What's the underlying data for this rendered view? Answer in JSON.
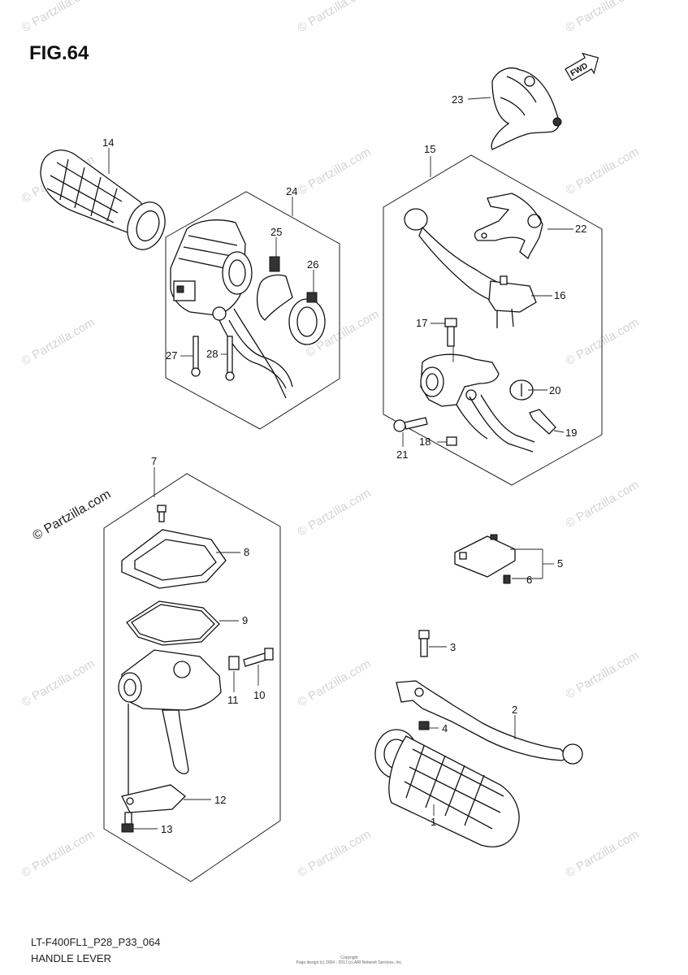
{
  "figure_label": "FIG.64",
  "footer": {
    "model_code": "LT-F400FL1_P28_P33_064",
    "section_title": "HANDLE LEVER",
    "copyright_line1": "Copyright",
    "copyright_line2": "Page design (c) 2004 - 2017 (c) ARI Network Services, Inc."
  },
  "direction_badge": "FWD",
  "watermark": {
    "text": "© Partzilla.com",
    "large_text": "© Partzilla.com"
  },
  "callouts": {
    "c1": "1",
    "c2": "2",
    "c3": "3",
    "c4": "4",
    "c5": "5",
    "c6": "6",
    "c7": "7",
    "c8": "8",
    "c9": "9",
    "c10": "10",
    "c11": "11",
    "c12": "12",
    "c13": "13",
    "c14": "14",
    "c15": "15",
    "c16": "16",
    "c17": "17",
    "c18": "18",
    "c19": "19",
    "c20": "20",
    "c21": "21",
    "c22": "22",
    "c23": "23",
    "c24": "24",
    "c25": "25",
    "c26": "26",
    "c27": "27",
    "c28": "28"
  }
}
